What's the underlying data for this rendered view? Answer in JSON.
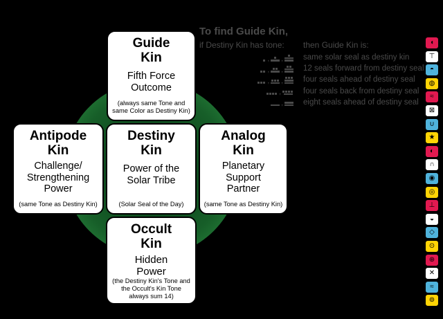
{
  "cards": {
    "guide": {
      "title": "Guide\nKin",
      "body": "Fifth Force\nOutcome",
      "note": "(always same Tone and\nsame Color as Destiny Kin)"
    },
    "antipode": {
      "title": "Antipode\nKin",
      "body": "Challenge/\nStrengthening\nPower",
      "note": "(same Tone as Destiny Kin)"
    },
    "destiny": {
      "title": "Destiny\nKin",
      "body": "Power of the\nSolar Tribe",
      "note": "(Solar Seal of the Day)"
    },
    "analog": {
      "title": "Analog\nKin",
      "body": "Planetary\nSupport\nPartner",
      "note": "(same Tone as Destiny Kin)"
    },
    "occult": {
      "title": "Occult\nKin",
      "body": "Hidden\nPower",
      "note": "(the Destiny Kin's Tone and\nthe Occult's Kin Tone\nalways sum 14)"
    }
  },
  "help": {
    "heading": "To find Guide Kin,",
    "col_left": "if Destiny Kin has tone:",
    "col_right": "then Guide Kin is:",
    "rows": [
      {
        "tones": [
          {
            "dots": 1,
            "bars": 0
          },
          {
            "dots": 1,
            "bars": 1
          },
          {
            "dots": 1,
            "bars": 2
          }
        ],
        "result": "same solar seal as destiny kin"
      },
      {
        "tones": [
          {
            "dots": 2,
            "bars": 0
          },
          {
            "dots": 2,
            "bars": 1
          },
          {
            "dots": 2,
            "bars": 2
          }
        ],
        "result": "12 seals forward from destiny seal"
      },
      {
        "tones": [
          {
            "dots": 3,
            "bars": 0
          },
          {
            "dots": 3,
            "bars": 1
          },
          {
            "dots": 3,
            "bars": 2
          }
        ],
        "result": "four seals ahead of destiny seal"
      },
      {
        "tones": [
          {
            "dots": 4,
            "bars": 0
          },
          {
            "dots": 4,
            "bars": 1
          }
        ],
        "result": "four seals back from destiny seal"
      },
      {
        "tones": [
          {
            "dots": 0,
            "bars": 1
          },
          {
            "dots": 0,
            "bars": 2
          }
        ],
        "result": "eight seals ahead of destiny seal"
      }
    ]
  },
  "seals": [
    {
      "name": "Red Dragon",
      "color": "red",
      "glyph": "◖"
    },
    {
      "name": "White Wind",
      "color": "white",
      "glyph": "⊤"
    },
    {
      "name": "Blue Night",
      "color": "blue",
      "glyph": "◓"
    },
    {
      "name": "Yellow Seed",
      "color": "yellow",
      "glyph": "◍"
    },
    {
      "name": "Red Serpent",
      "color": "red",
      "glyph": "≈"
    },
    {
      "name": "White Worldbridger",
      "color": "white",
      "glyph": "⊠"
    },
    {
      "name": "Blue Hand",
      "color": "blue",
      "glyph": "∪"
    },
    {
      "name": "Yellow Star",
      "color": "yellow",
      "glyph": "★"
    },
    {
      "name": "Red Moon",
      "color": "red",
      "glyph": "◐"
    },
    {
      "name": "White Dog",
      "color": "white",
      "glyph": "∩"
    },
    {
      "name": "Blue Monkey",
      "color": "blue",
      "glyph": "◉"
    },
    {
      "name": "Yellow Human",
      "color": "yellow",
      "glyph": "◎"
    },
    {
      "name": "Red Skywalker",
      "color": "red",
      "glyph": "⊥"
    },
    {
      "name": "White Wizard",
      "color": "white",
      "glyph": "◒"
    },
    {
      "name": "Blue Eagle",
      "color": "blue",
      "glyph": "◇"
    },
    {
      "name": "Yellow Warrior",
      "color": "yellow",
      "glyph": "⊙"
    },
    {
      "name": "Red Earth",
      "color": "red",
      "glyph": "⊕"
    },
    {
      "name": "White Mirror",
      "color": "white",
      "glyph": "✕"
    },
    {
      "name": "Blue Storm",
      "color": "blue",
      "glyph": "≈"
    },
    {
      "name": "Yellow Sun",
      "color": "yellow",
      "glyph": "⊚"
    }
  ],
  "colors": {
    "red": "#e11950",
    "white": "#ffffff",
    "blue": "#4fb3dc",
    "yellow": "#ffd405",
    "background": "#000000",
    "circle_rim": "#42ab52",
    "circle_core": "#0c471c",
    "help_text": "#4a4a4a",
    "card_bg": "#ffffff"
  }
}
